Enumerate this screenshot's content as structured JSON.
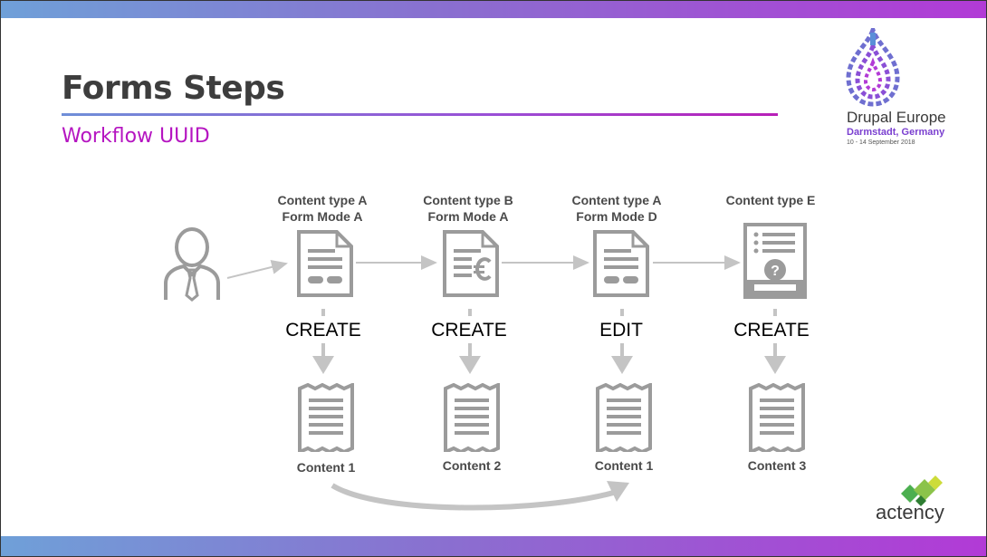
{
  "slide": {
    "title": "Forms Steps",
    "subtitle": "Workflow UUID"
  },
  "steps": [
    {
      "type_line": "Content type A",
      "mode_line": "Form Mode A",
      "action": "CREATE",
      "content": "Content 1",
      "icon": "form-document-icon"
    },
    {
      "type_line": "Content type B",
      "mode_line": "Form Mode A",
      "action": "CREATE",
      "content": "Content 2",
      "icon": "euro-document-icon"
    },
    {
      "type_line": "Content type A",
      "mode_line": "Form Mode D",
      "action": "EDIT",
      "content": "Content 1",
      "icon": "form-document-icon"
    },
    {
      "type_line": "Content type E",
      "mode_line": "",
      "action": "CREATE",
      "content": "Content 3",
      "icon": "question-document-icon"
    }
  ],
  "logos": {
    "drupal_line1": "Drupal Europe",
    "drupal_line2": "Darmstadt, Germany",
    "drupal_line3": "10 - 14 September 2018",
    "actency": "actency"
  },
  "colors": {
    "accent_magenta": "#b515c1",
    "gradient_start": "#6fa0d8",
    "gradient_end": "#b23ad6",
    "icon_gray": "#9b9b9b",
    "arrow_gray": "#c4c4c4"
  }
}
